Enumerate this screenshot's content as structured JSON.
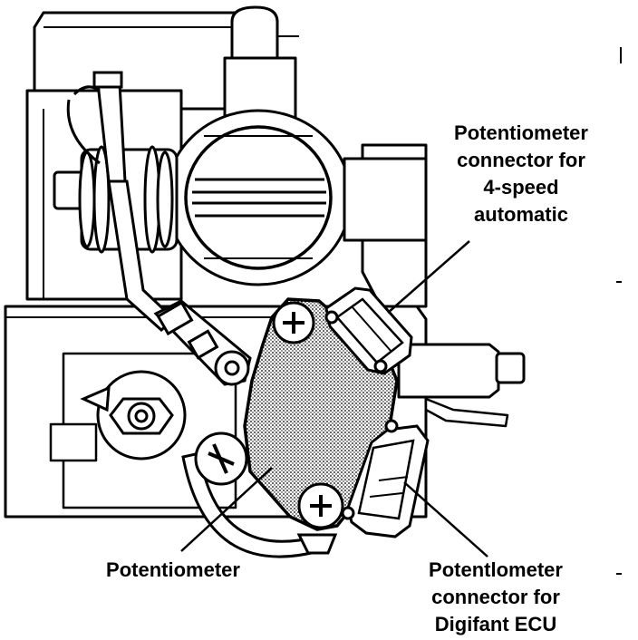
{
  "labels": {
    "connector_automatic": {
      "lines": [
        "Potentiometer",
        "connector for",
        "4-speed",
        "automatic"
      ]
    },
    "potentiometer": {
      "lines": [
        "Potentiometer"
      ]
    },
    "connector_ecu": {
      "lines": [
        "Potentlometer",
        "connector for",
        "Digifant ECU"
      ]
    }
  },
  "colors": {
    "ink": "#000000",
    "paper": "#ffffff",
    "stipple": "#cfcfcf"
  }
}
